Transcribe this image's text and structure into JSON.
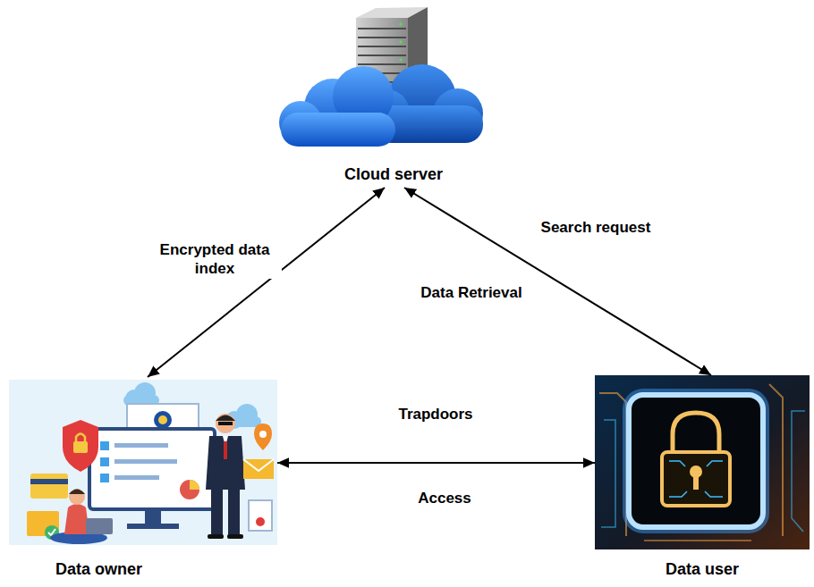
{
  "diagram": {
    "nodes": [
      {
        "text": [
          "Cloud server"
        ]
      },
      {
        "text": [
          "Data owner"
        ]
      },
      {
        "text": [
          "Data user"
        ]
      }
    ],
    "edges": [
      {
        "from": 1,
        "to": 0,
        "arrow": "both",
        "label": "Encrypted data index"
      },
      {
        "from": 0,
        "to": 2,
        "arrow": "both",
        "label": "Search request"
      },
      {
        "from": 1,
        "to": 2,
        "arrow": "both",
        "label": "Trapdoors"
      }
    ],
    "labels": [
      "Data Retrieval",
      "Access"
    ]
  }
}
